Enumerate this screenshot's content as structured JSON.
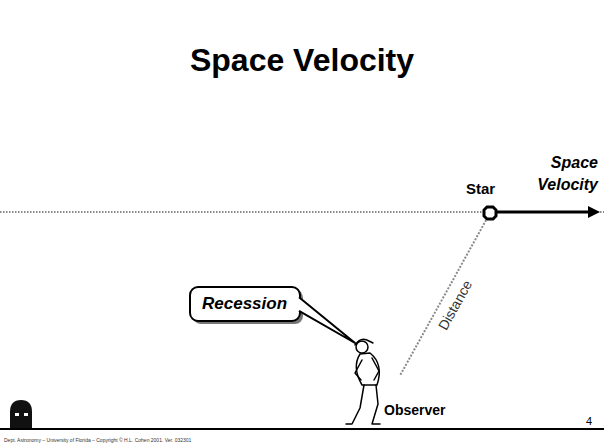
{
  "diagram": {
    "title": "Space Velocity",
    "nodes": [
      {
        "text": [
          "Recession"
        ]
      },
      {
        "text": [
          "Star"
        ]
      },
      {
        "text": [
          "Observer"
        ]
      }
    ],
    "edges": [
      {
        "from": 1,
        "to": 2,
        "arrow": "none",
        "label": "Distance"
      }
    ],
    "labels": [
      "Space Velocity",
      "Dept. Astronomy – University of Florida – Copyright © H.L. Cohen 2001. Ver. 032301",
      "4"
    ]
  }
}
